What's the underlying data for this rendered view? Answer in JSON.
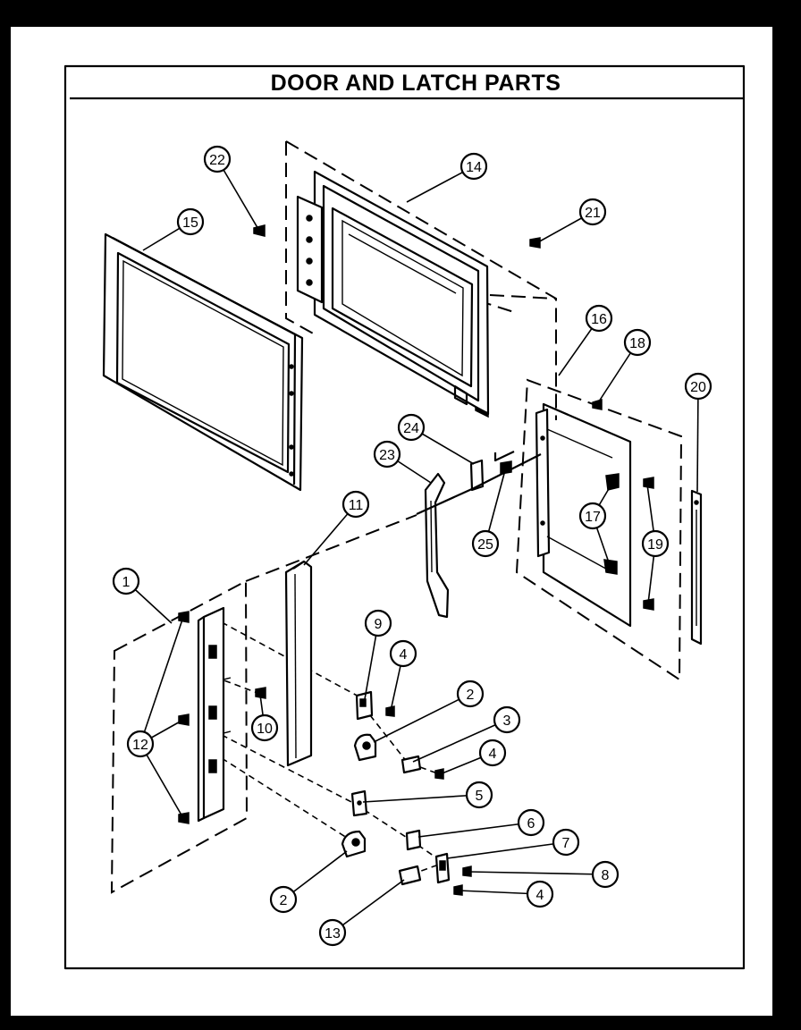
{
  "title": "DOOR AND LATCH PARTS",
  "callouts": [
    "22",
    "14",
    "21",
    "15",
    "16",
    "18",
    "20",
    "24",
    "23",
    "17",
    "25",
    "19",
    "11",
    "1",
    "9",
    "4",
    "12",
    "10",
    "2",
    "3",
    "4",
    "5",
    "6",
    "7",
    "8",
    "2",
    "4",
    "13"
  ],
  "colors": {
    "ink": "#000000",
    "paper": "#ffffff",
    "scan_border": "#000000"
  }
}
